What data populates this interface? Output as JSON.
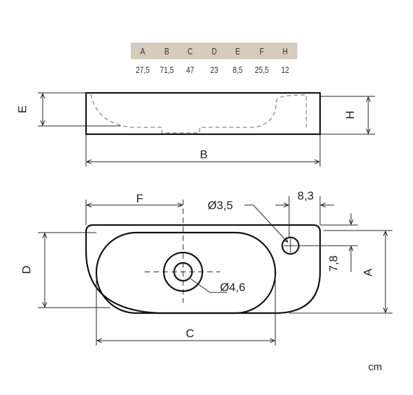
{
  "dimension_table": {
    "headers": [
      "A",
      "B",
      "C",
      "D",
      "E",
      "F",
      "H"
    ],
    "values": [
      "27,5",
      "71,5",
      "47",
      "23",
      "8,5",
      "25,5",
      "12"
    ]
  },
  "side_view": {
    "label_e": "E",
    "label_h": "H",
    "label_b": "B"
  },
  "top_view": {
    "label_f": "F",
    "label_tap_hole": "Ø3,5",
    "label_tap_offset": "8,3",
    "label_d": "D",
    "label_tap_depth": "7,8",
    "label_a": "A",
    "label_drain": "Ø4,6",
    "label_c": "C"
  },
  "unit": "cm"
}
